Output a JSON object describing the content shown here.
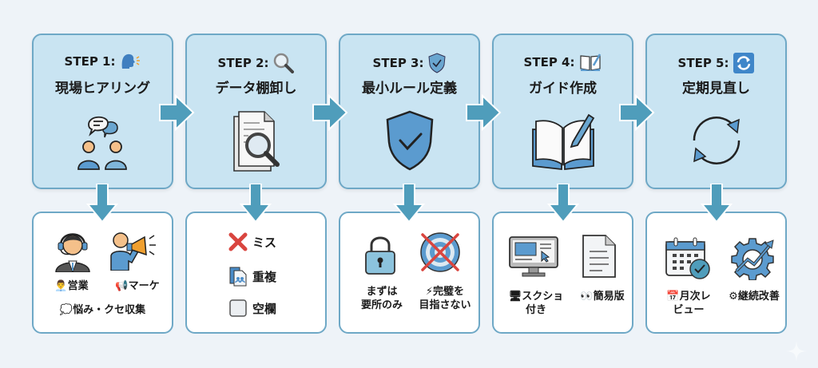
{
  "colors": {
    "step_bg": "#c9e4f2",
    "border": "#6ea8c6",
    "arrow": "#4f9dbb",
    "icon_blue": "#5b9bcf",
    "red": "#d9453f",
    "page_bg": "#eef3f8"
  },
  "steps": [
    {
      "label": "STEP 1:",
      "header_icon": "speaking-head-icon",
      "title": "現場ヒアリング",
      "illustration": "conversation-people-icon",
      "details": [
        {
          "icon": "salesperson-headset-icon",
          "label": "👨‍💼営業"
        },
        {
          "icon": "megaphone-person-icon",
          "label": "📢マーケ"
        },
        {
          "icon": "speech-bubble-icon",
          "label": "💭悩み・クセ収集"
        }
      ]
    },
    {
      "label": "STEP 2:",
      "header_icon": "magnifier-icon",
      "title": "データ棚卸し",
      "illustration": "document-search-icon",
      "details": [
        {
          "icon": "cross-mark-icon",
          "label": "ミス"
        },
        {
          "icon": "duplicate-docs-icon",
          "label": "重複"
        },
        {
          "icon": "empty-box-icon",
          "label": "空欄"
        }
      ]
    },
    {
      "label": "STEP 3:",
      "header_icon": "shield-check-icon",
      "title": "最小ルール定義",
      "illustration": "shield-check-icon",
      "details": [
        {
          "icon": "padlock-icon",
          "label_lines": [
            "まずは",
            "要所のみ"
          ]
        },
        {
          "icon": "crossed-target-icon",
          "label_lines": [
            "⚡完璧を",
            "目指さない"
          ]
        }
      ]
    },
    {
      "label": "STEP 4:",
      "header_icon": "book-pen-icon",
      "title": "ガイド作成",
      "illustration": "open-book-pen-icon",
      "details": [
        {
          "icon": "monitor-screenshot-icon",
          "label_lines": [
            "🖥スクショ",
            "付き"
          ]
        },
        {
          "icon": "document-icon",
          "label_lines": [
            "👀簡易版"
          ]
        }
      ]
    },
    {
      "label": "STEP 5:",
      "header_icon": "refresh-icon",
      "title": "定期見直し",
      "illustration": "cycle-arrows-icon",
      "details": [
        {
          "icon": "calendar-check-icon",
          "label_lines": [
            "📅月次レ",
            "ビュー"
          ]
        },
        {
          "icon": "gear-growth-icon",
          "label_lines": [
            "⚙継続改善"
          ]
        }
      ]
    }
  ]
}
